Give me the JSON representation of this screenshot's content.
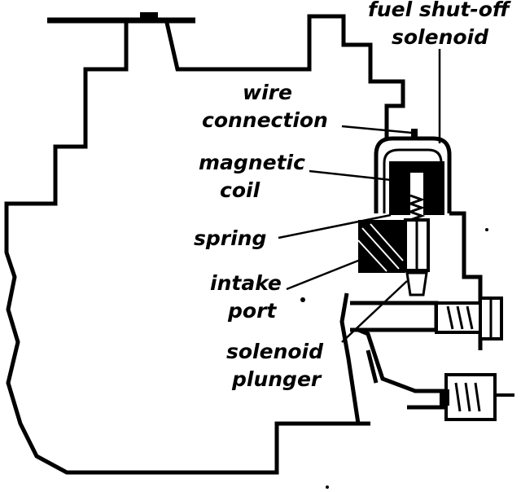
{
  "labels": {
    "fuel_shutoff_line1": "fuel shut-off",
    "fuel_shutoff_line2": "solenoid",
    "wire_line1": "wire",
    "wire_line2": "connection",
    "magnetic_line1": "magnetic",
    "magnetic_line2": "coil",
    "spring": "spring",
    "intake_line1": "intake",
    "intake_line2": "port",
    "plunger_line1": "solenoid",
    "plunger_line2": "plunger"
  },
  "colors": {
    "ink": "#000000",
    "paper": "#ffffff"
  }
}
